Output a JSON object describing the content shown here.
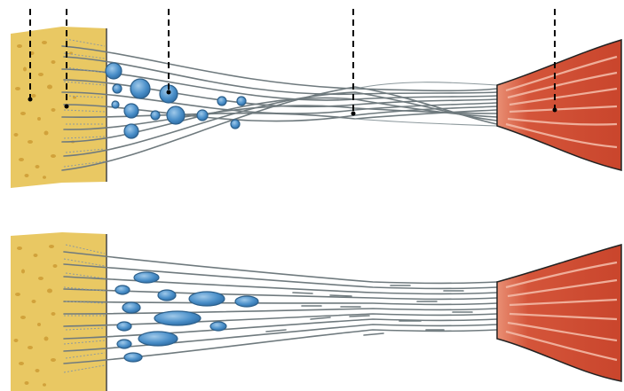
{
  "figure": {
    "panels": [
      {
        "name": "top-panel",
        "components": [
          "bone",
          "fibrocartilage",
          "chondrocytes",
          "collagen-fibers",
          "muscle"
        ],
        "leader_lines": 5,
        "cell_shape": "round"
      },
      {
        "name": "bottom-panel",
        "components": [
          "bone",
          "fibrocartilage",
          "chondrocytes",
          "collagen-fibers",
          "muscle"
        ],
        "leader_lines": 0,
        "cell_shape": "elongated"
      }
    ],
    "colors": {
      "bone": "#e9c863",
      "bone_pore": "#c9962e",
      "fiber": "#6f7a7e",
      "cell": "#4a8fc9",
      "cell_highlight": "#9fc9ea",
      "muscle": "#d4553a",
      "muscle_stripe": "#f3b9a6",
      "leader_line": "#000000"
    }
  }
}
